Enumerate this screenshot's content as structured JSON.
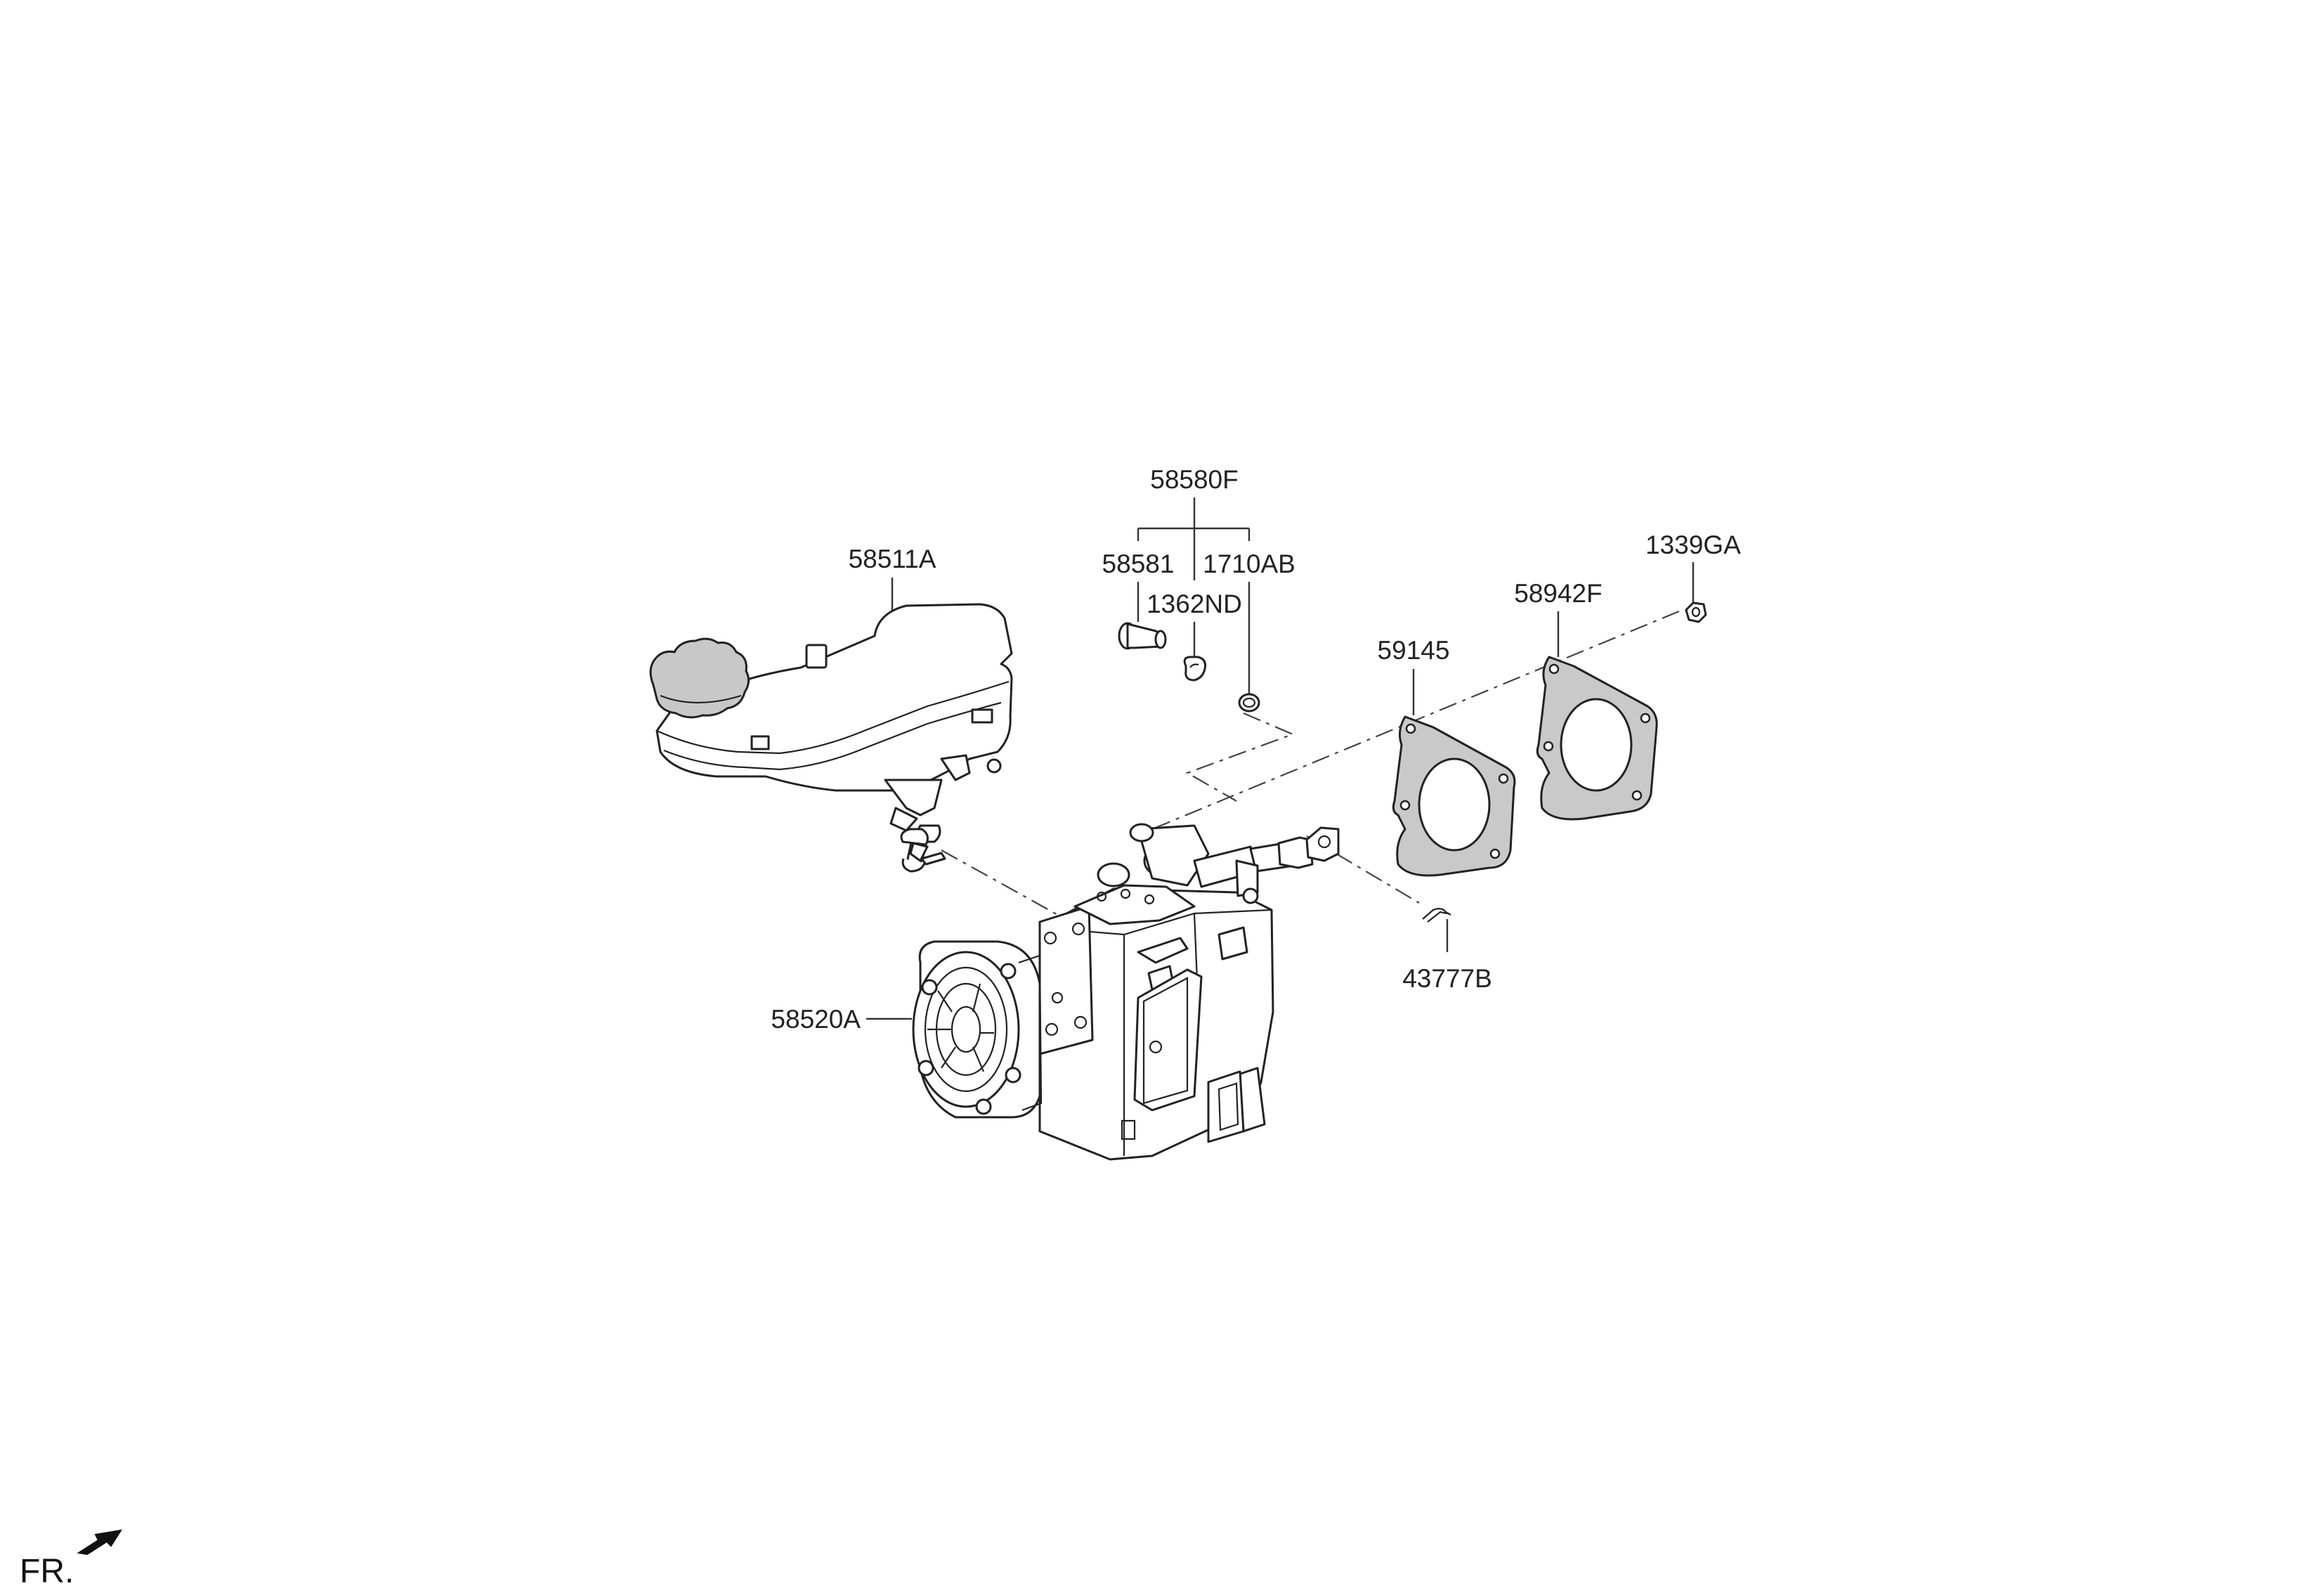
{
  "diagram": {
    "labels": {
      "assy_58580F": "58580F",
      "bolt_58581": "58581",
      "ring_1362ND": "1362ND",
      "ring_1710AB": "1710AB",
      "reservoir_58511A": "58511A",
      "gasket_59145": "59145",
      "gasket_58942F": "58942F",
      "nut_1339GA": "1339GA",
      "clip_43777B": "43777B",
      "booster_58520A": "58520A"
    },
    "front_marker": "FR."
  },
  "colors": {
    "line": "#222222",
    "gasket_fill": "#c9c9c9",
    "cap_fill": "#c8c8c8",
    "background": "#ffffff"
  }
}
